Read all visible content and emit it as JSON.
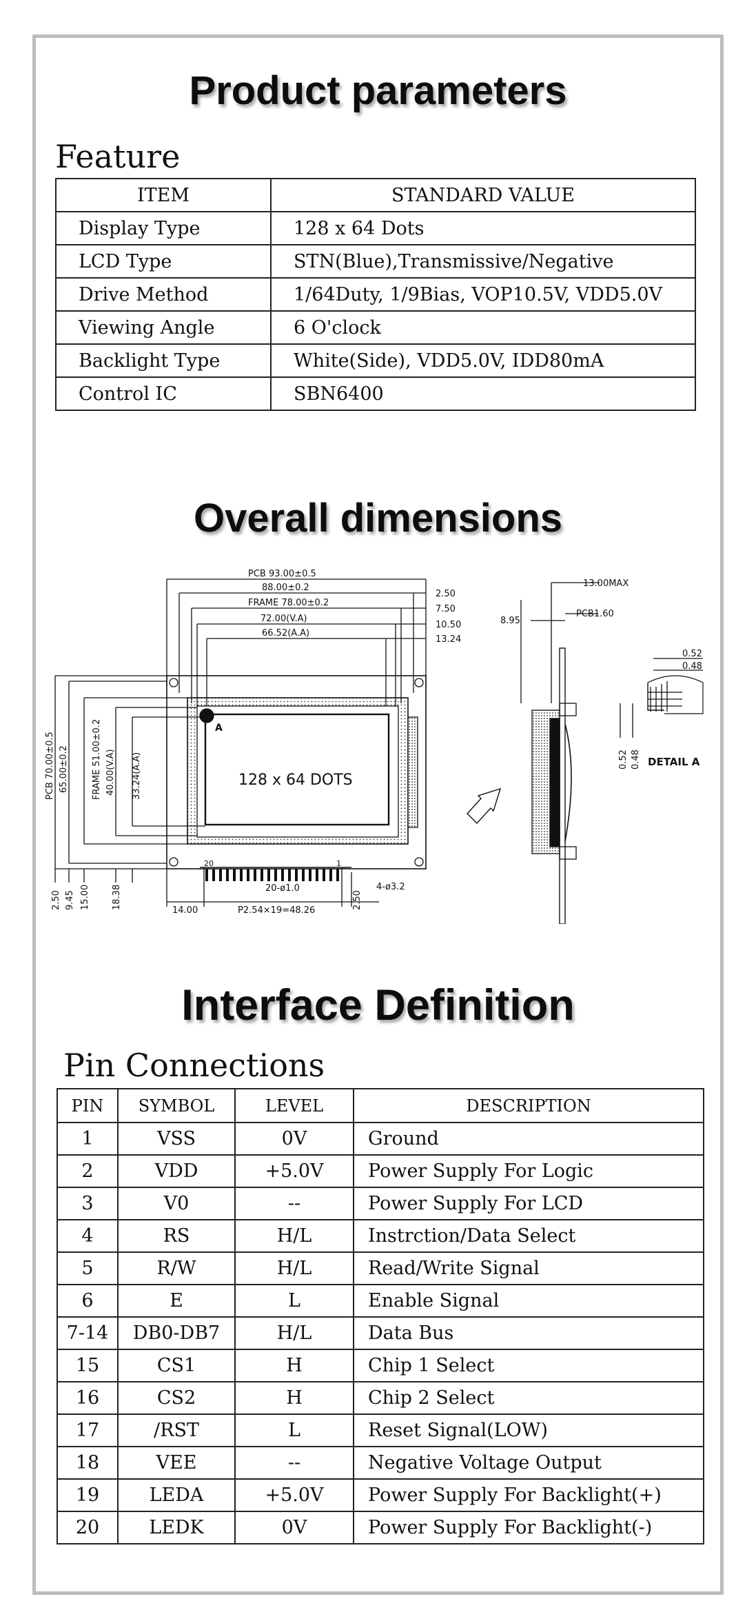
{
  "headings": {
    "product": "Product parameters",
    "overall": "Overall dimensions",
    "interface": "Interface Definition"
  },
  "feature": {
    "title": "Feature",
    "headers": [
      "ITEM",
      "STANDARD VALUE"
    ],
    "rows": [
      [
        "Display Type",
        "128 x 64 Dots"
      ],
      [
        "LCD Type",
        "STN(Blue),Transmissive/Negative"
      ],
      [
        "Drive Method",
        "1/64Duty, 1/9Bias, VOP10.5V, VDD5.0V"
      ],
      [
        "Viewing Angle",
        "6 O'clock"
      ],
      [
        "Backlight Type",
        "White(Side), VDD5.0V, IDD80mA"
      ],
      [
        "Control IC",
        "SBN6400"
      ]
    ]
  },
  "drawing": {
    "pcb_width": "PCB 93.00±0.5",
    "w88": "88.00±0.2",
    "frame_w": "FRAME 78.00±0.2",
    "va_w": "72.00(V.A)",
    "aa_w": "66.52(A.A)",
    "r250": "2.50",
    "r750": "7.50",
    "r1050": "10.50",
    "r1324": "13.24",
    "pcb_height": "PCB 70.00±0.5",
    "h65": "65.00±0.2",
    "frame_h": "FRAME 51.00±0.2",
    "va_h": "40.00(V.A)",
    "aa_h": "33.24(A.A)",
    "b250": "2.50",
    "b945": "9.45",
    "b1500": "15.00",
    "b1838": "18.38",
    "b1400": "14.00",
    "pitch": "P2.54×19=48.26",
    "b250r": "2.50",
    "pin_holes": "20-ø1.0",
    "mount_holes": "4-ø3.2",
    "screen_text": "128 x 64 DOTS",
    "marker": "A",
    "pin20": "20",
    "pin1": "1",
    "side_895": "8.95",
    "side_1300": "13.00MAX",
    "side_pcb": "PCB1.60",
    "det_052a": "0.52",
    "det_048a": "0.48",
    "det_052b": "0.52",
    "det_048b": "0.48",
    "detail": "DETAIL A"
  },
  "pins": {
    "title": "Pin Connections",
    "headers": [
      "PIN",
      "SYMBOL",
      "LEVEL",
      "DESCRIPTION"
    ],
    "rows": [
      [
        "1",
        "VSS",
        "0V",
        "Ground"
      ],
      [
        "2",
        "VDD",
        "+5.0V",
        "Power Supply For Logic"
      ],
      [
        "3",
        "V0",
        "--",
        "Power Supply For LCD"
      ],
      [
        "4",
        "RS",
        "H/L",
        "Instrction/Data Select"
      ],
      [
        "5",
        "R/W",
        "H/L",
        "Read/Write Signal"
      ],
      [
        "6",
        "E",
        "L",
        "Enable Signal"
      ],
      [
        "7-14",
        "DB0-DB7",
        "H/L",
        "Data Bus"
      ],
      [
        "15",
        "CS1",
        "H",
        "Chip 1 Select"
      ],
      [
        "16",
        "CS2",
        "H",
        "Chip 2 Select"
      ],
      [
        "17",
        "/RST",
        "L",
        "Reset Signal(LOW)"
      ],
      [
        "18",
        "VEE",
        "--",
        "Negative Voltage Output"
      ],
      [
        "19",
        "LEDA",
        "+5.0V",
        "Power Supply For Backlight(+)"
      ],
      [
        "20",
        "LEDK",
        "0V",
        "Power Supply For Backlight(-)"
      ]
    ]
  }
}
